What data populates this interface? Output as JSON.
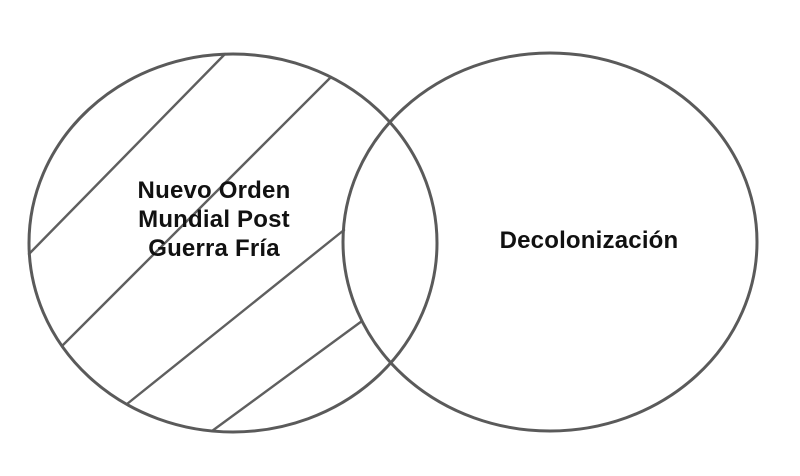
{
  "diagram": {
    "type": "venn",
    "background_color": "#ffffff",
    "stroke_color": "#5a5a5a",
    "hatch_color": "#5f5f5f",
    "text_color": "#111111",
    "sets": [
      {
        "id": "left",
        "label": "Nuevo Orden Mundial Post Guerra Fría",
        "lines": [
          "Nuevo Orden",
          "Mundial Post",
          "Guerra Fría"
        ],
        "fill_pattern": "diagonal-hatch"
      },
      {
        "id": "right",
        "label": "Decolonización",
        "lines": [
          "Decolonización"
        ],
        "fill_pattern": "plain"
      }
    ],
    "overlap_label": ""
  }
}
